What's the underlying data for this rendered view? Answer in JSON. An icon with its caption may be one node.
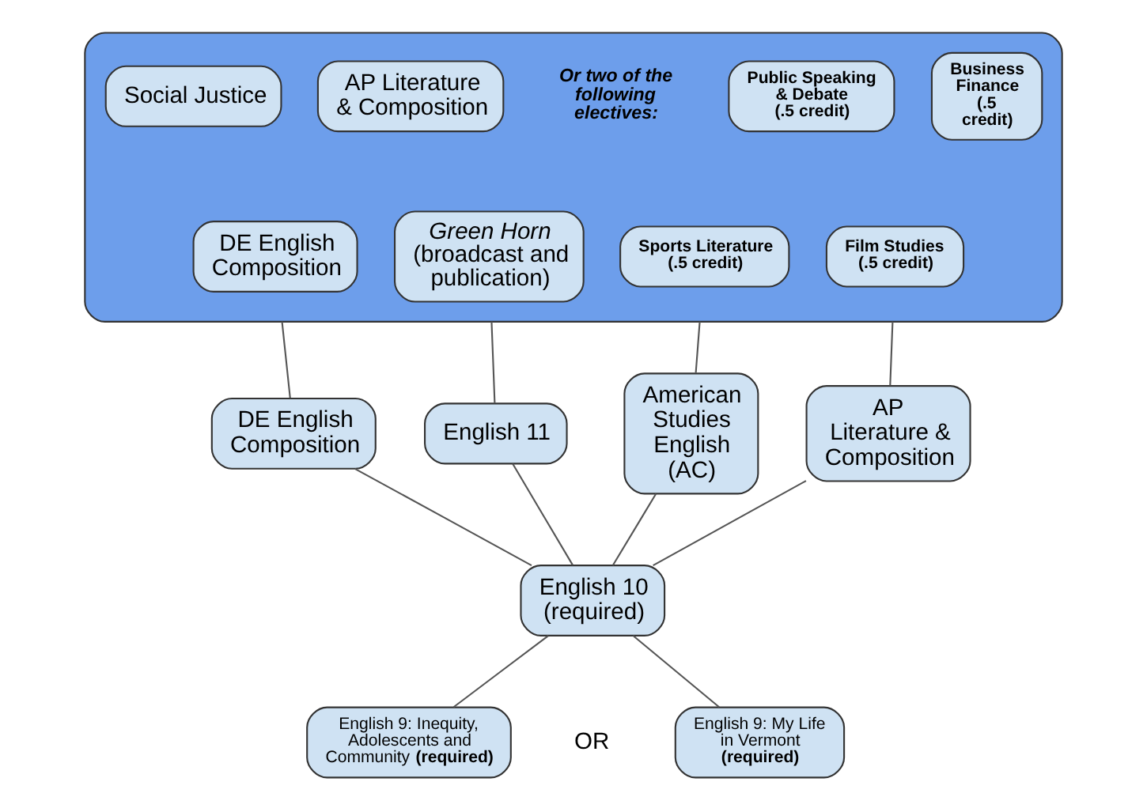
{
  "diagram": {
    "nodes": [
      {
        "text": [],
        "shape": "box"
      },
      {
        "text": [
          "Social Justice"
        ],
        "in": 0
      },
      {
        "text": [
          "AP Literature & Composition"
        ],
        "in": 0
      },
      {
        "text": [
          "DE English Composition"
        ],
        "in": 0
      },
      {
        "text": [
          "*Green Horn* (broadcast and publication)"
        ],
        "in": 0
      },
      {
        "text": [
          "Public Speaking & Debate (.5 credit)"
        ],
        "in": 0
      },
      {
        "text": [
          "Business Finance (.5 credit)"
        ],
        "in": 0
      },
      {
        "text": [
          "Sports Literature (.5 credit)"
        ],
        "in": 0
      },
      {
        "text": [
          "Film Studies (.5 credit)"
        ],
        "in": 0
      },
      {
        "text": [
          "DE English Composition"
        ]
      },
      {
        "text": [
          "English 11"
        ]
      },
      {
        "text": [
          "American Studies English (AC)"
        ]
      },
      {
        "text": [
          "AP Literature & Composition"
        ]
      },
      {
        "text": [
          "English 10 (required)"
        ]
      },
      {
        "text": [
          "English 9: Inequity, Adolescents and Community **(required)**"
        ]
      },
      {
        "text": [
          "English 9: My Life in Vermont **(required)**"
        ]
      }
    ],
    "edges": [
      {
        "from": 0,
        "to": 9,
        "arrow": "none"
      },
      {
        "from": 0,
        "to": 10,
        "arrow": "none"
      },
      {
        "from": 0,
        "to": 11,
        "arrow": "none"
      },
      {
        "from": 0,
        "to": 12,
        "arrow": "none"
      },
      {
        "from": 9,
        "to": 13,
        "arrow": "none"
      },
      {
        "from": 10,
        "to": 13,
        "arrow": "none"
      },
      {
        "from": 11,
        "to": 13,
        "arrow": "none"
      },
      {
        "from": 12,
        "to": 13,
        "arrow": "none"
      },
      {
        "from": 13,
        "to": 14,
        "arrow": "none"
      },
      {
        "from": 13,
        "to": 15,
        "arrow": "none"
      }
    ],
    "labels": [
      "Or two of the following electives:",
      "OR"
    ]
  }
}
